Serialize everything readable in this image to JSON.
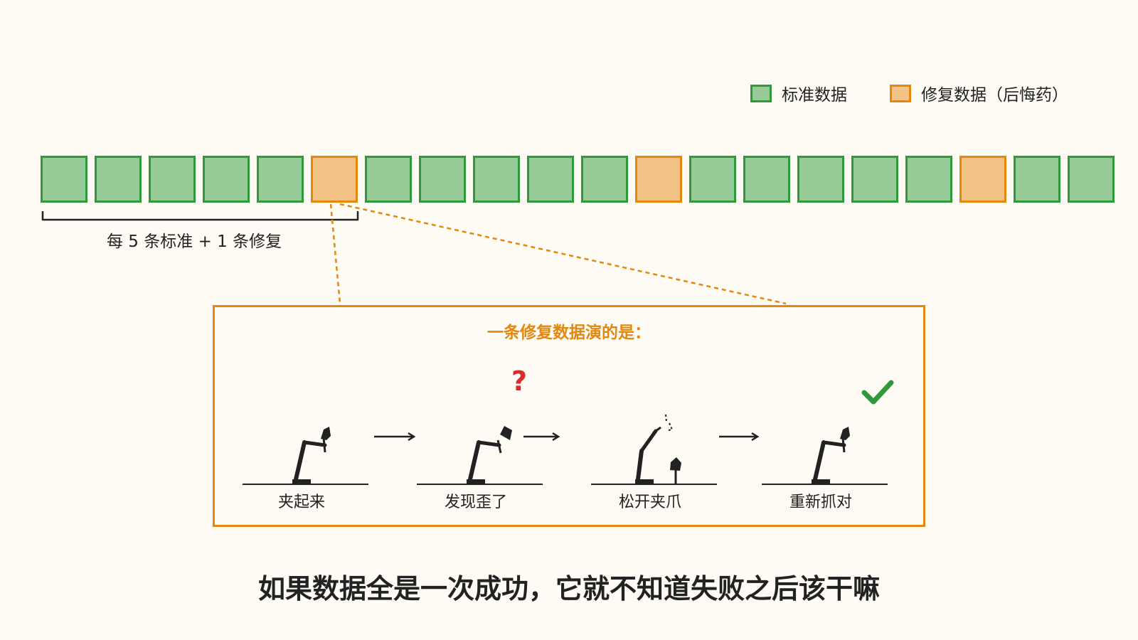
{
  "legend": {
    "standard_label": "标准数据",
    "repair_label": "修复数据（后悔药）",
    "standard_color": "#96cb98",
    "repair_color": "#f3c385"
  },
  "sequence": [
    "standard",
    "standard",
    "standard",
    "standard",
    "standard",
    "repair",
    "standard",
    "standard",
    "standard",
    "standard",
    "standard",
    "repair",
    "standard",
    "standard",
    "standard",
    "standard",
    "standard",
    "repair",
    "standard",
    "standard"
  ],
  "group_label": "每 5 条标准 + 1 条修复",
  "panel": {
    "title": "一条修复数据演的是：",
    "steps": [
      {
        "label": "夹起来",
        "figure": "arm-grip-icon"
      },
      {
        "label": "发现歪了",
        "figure": "arm-tilted-icon",
        "marker": "?"
      },
      {
        "label": "松开夹爪",
        "figure": "arm-release-icon"
      },
      {
        "label": "重新抓对",
        "figure": "arm-regrip-icon",
        "marker": "check-icon"
      }
    ]
  },
  "conclusion": "如果数据全是一次成功，它就不知道失败之后该干嘛"
}
